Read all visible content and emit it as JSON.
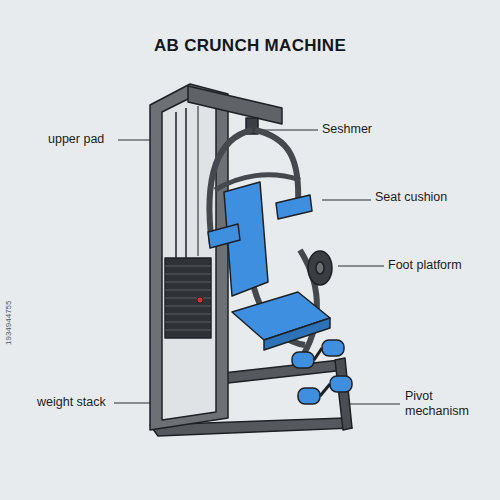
{
  "diagram": {
    "title": "AB CRUNCH MACHINE",
    "labels": [
      "upper pad",
      "Seshmer",
      "Seat cushion",
      "Foot platform",
      "weight stack",
      "Pivot mechanism",
      "1934944755"
    ]
  }
}
